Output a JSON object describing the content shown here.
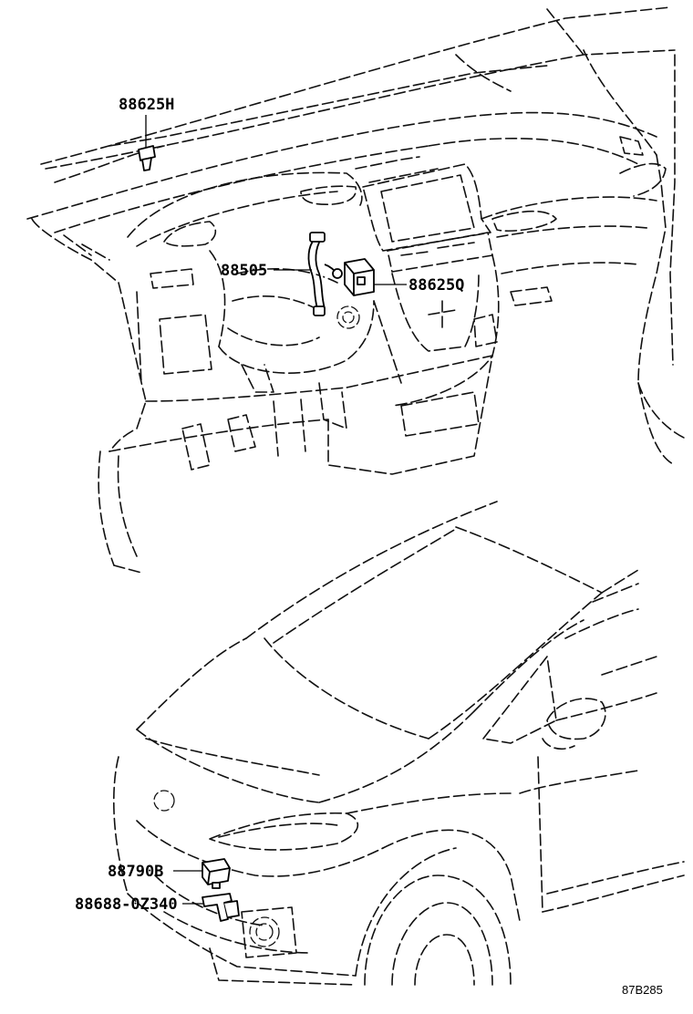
{
  "callouts": {
    "part_1": "88625H",
    "part_2": "88505",
    "part_3": "88625Q",
    "part_4": "88790B",
    "part_5": "88688-0Z340"
  },
  "diagram_ref": "87B285",
  "colors": {
    "line": "#111111",
    "background": "#ffffff"
  }
}
